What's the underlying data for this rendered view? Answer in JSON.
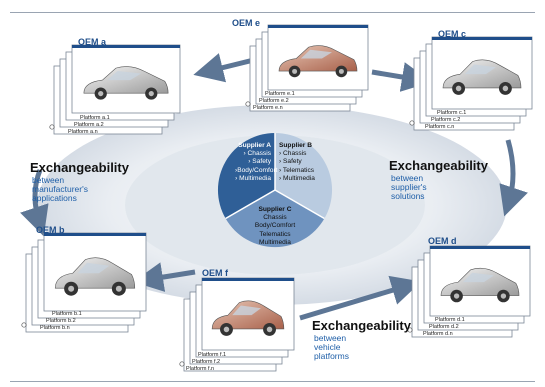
{
  "oems": {
    "a": {
      "title": "OEM a",
      "platforms": [
        "Platform a.1",
        "Platform a.2",
        "Platform a.n"
      ]
    },
    "e": {
      "title": "OEM e",
      "platforms": [
        "Platform e.1",
        "Platform e.2",
        "Platform e.n"
      ]
    },
    "c": {
      "title": "OEM c",
      "platforms": [
        "Platform c.1",
        "Platform c.2",
        "Platform c.n"
      ]
    },
    "b": {
      "title": "OEM b",
      "platforms": [
        "Platform b.1",
        "Platform b.2",
        "Platform b.n"
      ]
    },
    "f": {
      "title": "OEM f",
      "platforms": [
        "Platform f.1",
        "Platform f.2",
        "Platform f.n"
      ]
    },
    "d": {
      "title": "OEM d",
      "platforms": [
        "Platform d.1",
        "Platform d.2",
        "Platform d.n"
      ]
    }
  },
  "exchange": {
    "left": {
      "title": "Exchangeability",
      "sub": [
        "between",
        "manufacturer's",
        "applications"
      ]
    },
    "right": {
      "title": "Exchangeability",
      "sub": [
        "between",
        "supplier's",
        "solutions"
      ]
    },
    "bottom": {
      "title": "Exchangeability",
      "sub": [
        "between",
        "vehicle",
        "platforms"
      ]
    }
  },
  "suppliers": {
    "a": {
      "name": "Supplier A",
      "items": [
        "› Chassis",
        "› Safety",
        "›Body/Comfort",
        "› Multimedia"
      ]
    },
    "b": {
      "name": "Supplier B",
      "items": [
        "› Chassis",
        "› Safety",
        "› Telematics",
        "› Multimedia"
      ]
    },
    "c": {
      "name": "Supplier C",
      "items": [
        "Chassis",
        "Body/Comfort",
        "Telematics",
        "Multimedia"
      ]
    }
  },
  "colors": {
    "supplierA": "#2f5f97",
    "supplierB": "#b9cbe0",
    "supplierC": "#6f93bf",
    "ring": "#dfe5ec",
    "arrow": "#5d7695",
    "title": "#1f4e8a"
  }
}
